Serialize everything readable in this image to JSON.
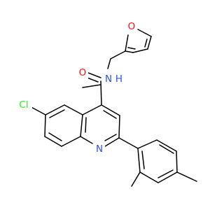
{
  "structure": {
    "colors": {
      "bond": "#000000",
      "oxygen": "#ff0d0d",
      "nitrogen": "#3050f8",
      "chlorine": "#1ff01f"
    },
    "labels": {
      "furan_oxygen": "O",
      "carbonyl_oxygen": "O",
      "amide_nitrogen": "N",
      "amide_hydrogen": "H",
      "ring_nitrogen": "N",
      "chlorine": "Cl"
    }
  }
}
